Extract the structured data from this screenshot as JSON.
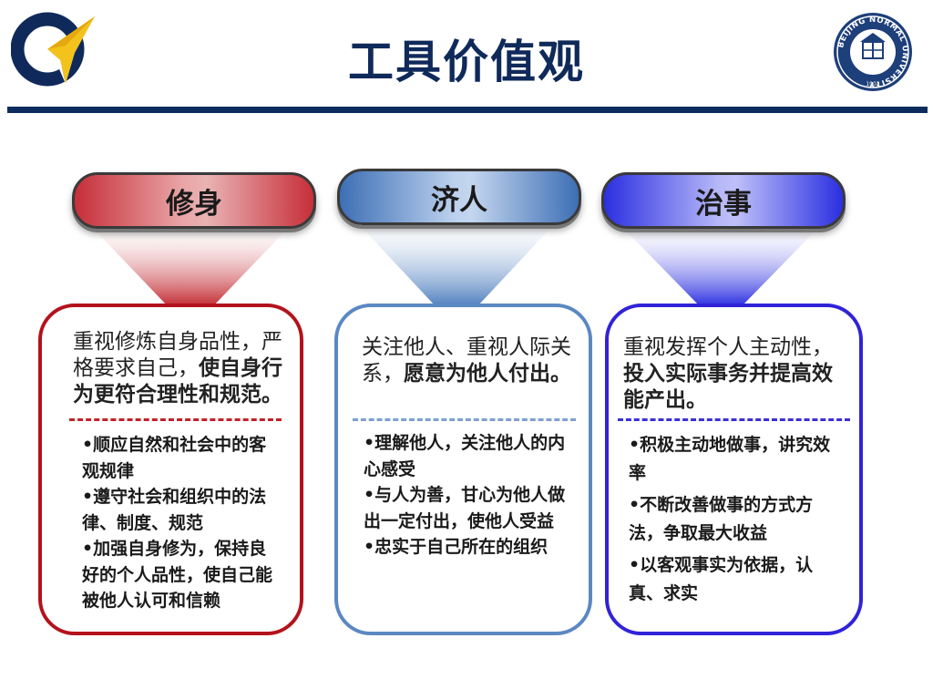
{
  "title": "工具价值观",
  "logos": {
    "left": "school-emblem-left-icon",
    "right": {
      "ring_text": "BEIJING NORMAL UNIVERSITY",
      "year": "1902"
    }
  },
  "columns": [
    {
      "heading": "修身",
      "lead_plain": "重视修炼自身品性，严格要求自己，",
      "lead_bold": "使自身行为更符合理性和规范。",
      "bullets": [
        "•顺应自然和社会中的客观规律",
        "•遵守社会和组织中的法律、制度、规范",
        "•加强自身修为，保持良好的个人品性，使自己能被他人认可和信赖"
      ]
    },
    {
      "heading": "济人",
      "lead_plain": "关注他人、重视人际关系，",
      "lead_bold": "愿意为他人付出。",
      "bullets": [
        "•理解他人，关注他人的内心感受",
        "•与人为善，甘心为他人做出一定付出，使他人受益",
        "•忠实于自己所在的组织"
      ]
    },
    {
      "heading": "治事",
      "lead_plain": "重视发挥个人主动性，",
      "lead_bold": "投入实际事务并提高效能产出。",
      "bullets": [
        "•积极主动地做事，讲究效率",
        "•不断改善做事的方式方法，争取最大收益",
        "•以客观事实为依据，认真、求实"
      ]
    }
  ],
  "colors": {
    "navy": "#0b2c5c",
    "red": "#b3121c",
    "blue": "#5b88c2",
    "violet": "#3023d8"
  }
}
